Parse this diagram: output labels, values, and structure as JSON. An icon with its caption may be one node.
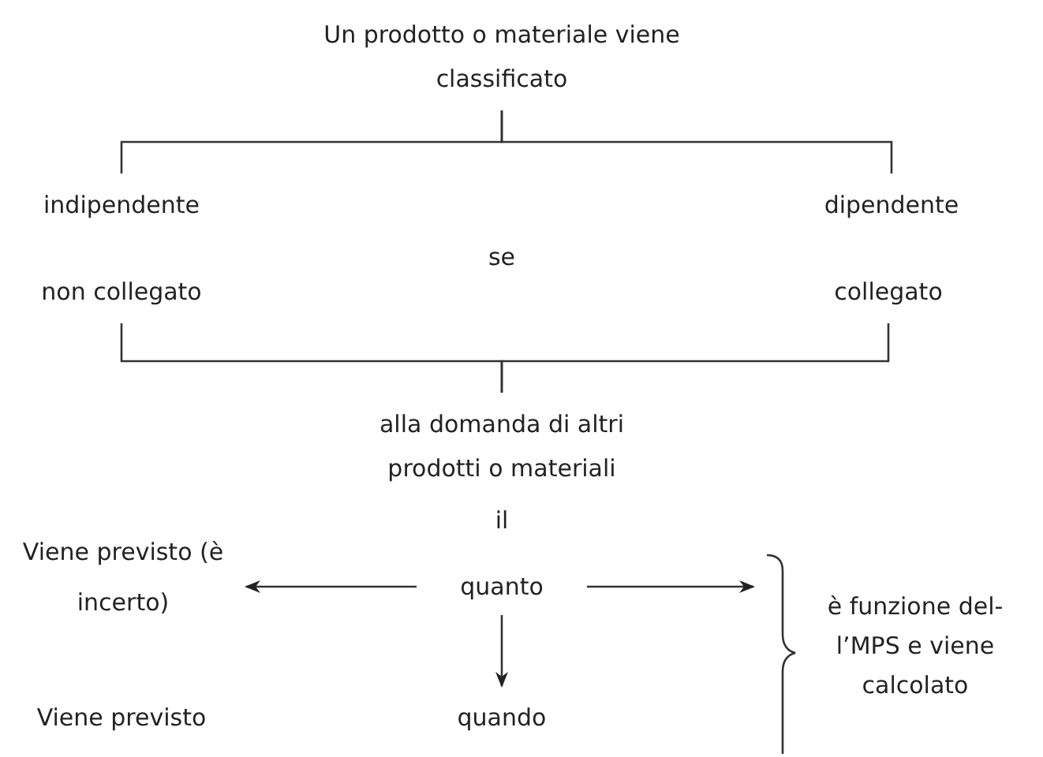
{
  "diagram": {
    "nodes": [
      {
        "text": [
          "Un prodotto o materiale viene classificato"
        ]
      },
      {
        "text": [
          "indipendente"
        ]
      },
      {
        "text": [
          "non collegato"
        ]
      },
      {
        "text": [
          "dipendente"
        ]
      },
      {
        "text": [
          "collegato"
        ]
      },
      {
        "text": [
          "alla domanda di altri prodotti o materiali"
        ]
      },
      {
        "text": [
          "Viene previsto (è incerto)"
        ]
      },
      {
        "text": [
          "quanto"
        ]
      },
      {
        "text": [
          "quando"
        ]
      },
      {
        "text": [
          "è funzione del- l’MPS e viene calcolato"
        ]
      }
    ],
    "edges": [
      {
        "from": 0,
        "to": 1,
        "arrow": "none"
      },
      {
        "from": 0,
        "to": 3,
        "arrow": "none"
      },
      {
        "from": 2,
        "to": 5,
        "arrow": "none"
      },
      {
        "from": 4,
        "to": 5,
        "arrow": "none"
      },
      {
        "from": 7,
        "to": 6,
        "arrow": "to"
      },
      {
        "from": 7,
        "to": 9,
        "arrow": "to"
      },
      {
        "from": 7,
        "to": 8,
        "arrow": "to"
      }
    ],
    "labels": [
      "se",
      "il",
      "Viene previsto"
    ]
  }
}
